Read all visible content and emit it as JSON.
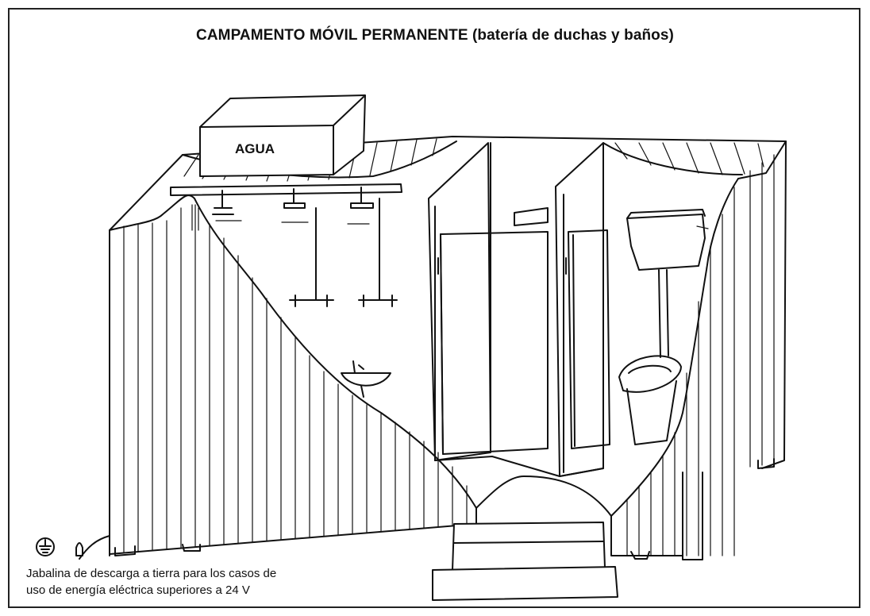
{
  "figure": {
    "title": "CAMPAMENTO MÓVIL PERMANENTE",
    "title_sub": "(batería de duchas y baños)",
    "tank_label": "AGUA",
    "caption_line1": "Jabalina de descarga a tierra para los casos de",
    "caption_line2": "uso de energía eléctrica superiores a 24 V"
  },
  "icons": [
    "ground-symbol-icon",
    "grounding-rod-icon"
  ]
}
